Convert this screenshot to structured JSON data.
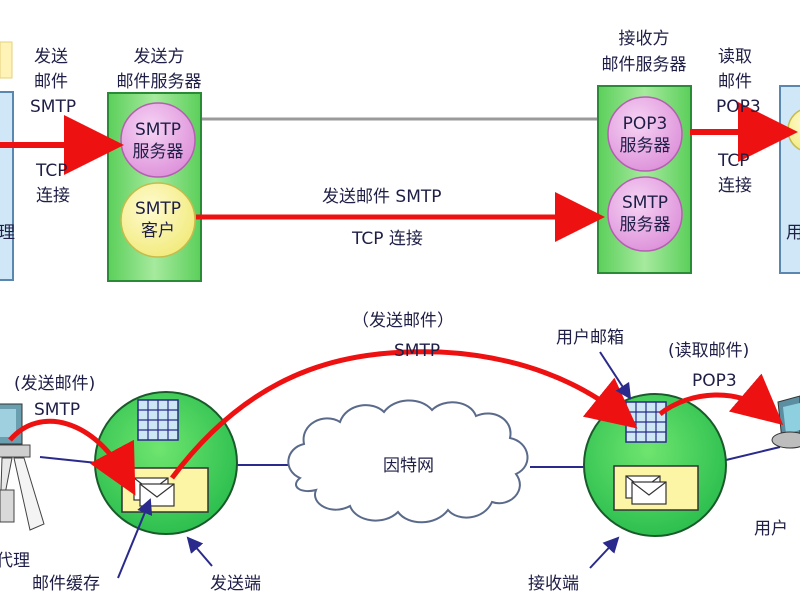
{
  "top": {
    "left_send": [
      "发送",
      "邮件",
      "SMTP"
    ],
    "left_tcp": [
      "TCP",
      "连接"
    ],
    "sender_server_title": [
      "发送方",
      "邮件服务器"
    ],
    "smtp_server": [
      "SMTP",
      "服务器"
    ],
    "smtp_client": [
      "SMTP",
      "客户"
    ],
    "middle_send": "发送邮件 SMTP",
    "middle_tcp": "TCP 连接",
    "receiver_server_title": [
      "接收方",
      "邮件服务器"
    ],
    "pop3_server": [
      "POP3",
      "服务器"
    ],
    "smtp_server_right": [
      "SMTP",
      "服务器"
    ],
    "right_read": [
      "读取",
      "邮件",
      "POP3"
    ],
    "right_tcp": [
      "TCP",
      "连接"
    ],
    "left_edge_char": "理",
    "right_edge_char": "用"
  },
  "bottom": {
    "top_send": "（发送邮件）",
    "top_smtp": "SMTP",
    "left_send": "(发送邮件)",
    "left_smtp": "SMTP",
    "mailbox": "用户邮箱",
    "read": "(读取邮件)",
    "read_pop3": "POP3",
    "internet": "因特网",
    "agent": "代理",
    "mail_cache": "邮件缓存",
    "sender_end": "发送端",
    "receiver_end": "接收端",
    "user_right": "用户"
  },
  "colors": {
    "arrow_red": "#ee1111",
    "server_box": "#7fdc7a",
    "pink_circle": "#e9a7e6",
    "yellow_circle": "#f7f39a",
    "big_circle": "#3fd35a",
    "client_box": "#c9e6f5"
  }
}
